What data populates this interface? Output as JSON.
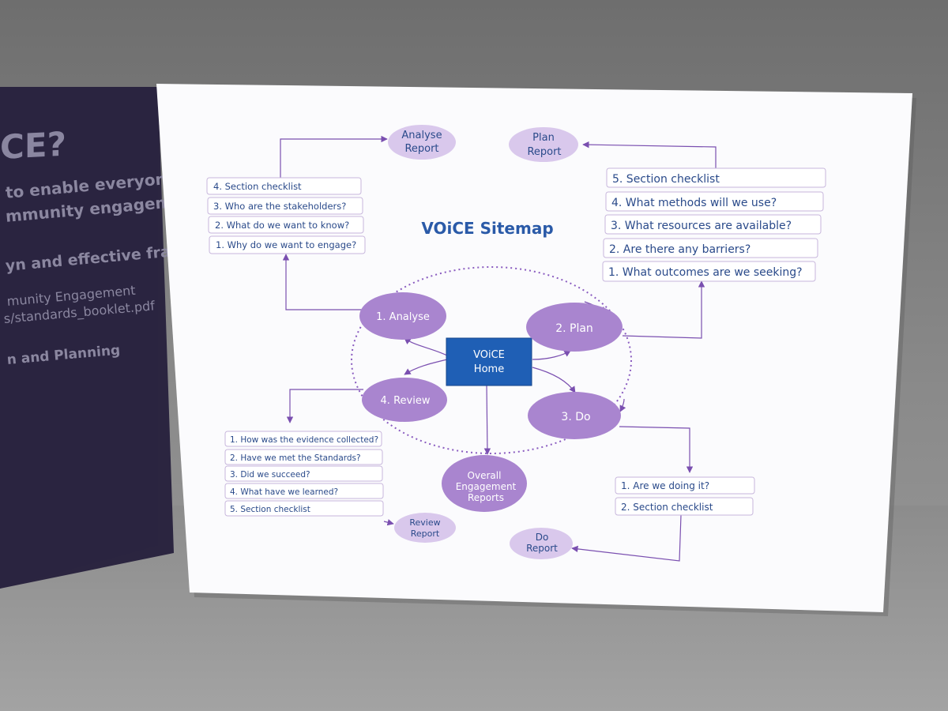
{
  "background_text": {
    "heading": "CE?",
    "line1": "to enable everyone in",
    "line2": "mmunity engagement",
    "line3": "yn and effective frame",
    "line4": "munity Engagement",
    "line5": "s/standards_booklet.pdf",
    "line6": "n and Planning"
  },
  "diagram": {
    "title": "VOiCE Sitemap",
    "home": {
      "line1": "VOiCE",
      "line2": "Home"
    },
    "stages": {
      "analyse": "1. Analyse",
      "plan": "2. Plan",
      "do": "3. Do",
      "review": "4. Review"
    },
    "reports": {
      "analyse": {
        "line1": "Analyse",
        "line2": "Report"
      },
      "plan": {
        "line1": "Plan",
        "line2": "Report"
      },
      "review": {
        "line1": "Review",
        "line2": "Report"
      },
      "do": {
        "line1": "Do",
        "line2": "Report"
      },
      "overall": {
        "line1": "Overall",
        "line2": "Engagement",
        "line3": "Reports"
      }
    },
    "analyse_list": [
      "4. Section checklist",
      "3. Who are the stakeholders?",
      "2. What do we want to know?",
      "1. Why do we want to engage?"
    ],
    "plan_list": [
      "5. Section checklist",
      "4. What methods will we use?",
      "3. What resources are available?",
      "2. Are there any barriers?",
      "1. What outcomes are we seeking?"
    ],
    "review_list": [
      "1. How was the evidence collected?",
      "2. Have we met the Standards?",
      "3. Did we succeed?",
      "4. What have we learned?",
      "5. Section checklist"
    ],
    "do_list": [
      "1. Are we doing it?",
      "2. Section checklist"
    ]
  },
  "colors": {
    "title": "#2a5aa8",
    "home_box": "#1f5fb5",
    "stage_fill": "#a985cf",
    "report_fill": "#d9c8ec",
    "arrow": "#7a4fb0",
    "list_text": "#2a4a8a",
    "list_border": "#c7b6dc",
    "back_panel": "#2b2540"
  }
}
